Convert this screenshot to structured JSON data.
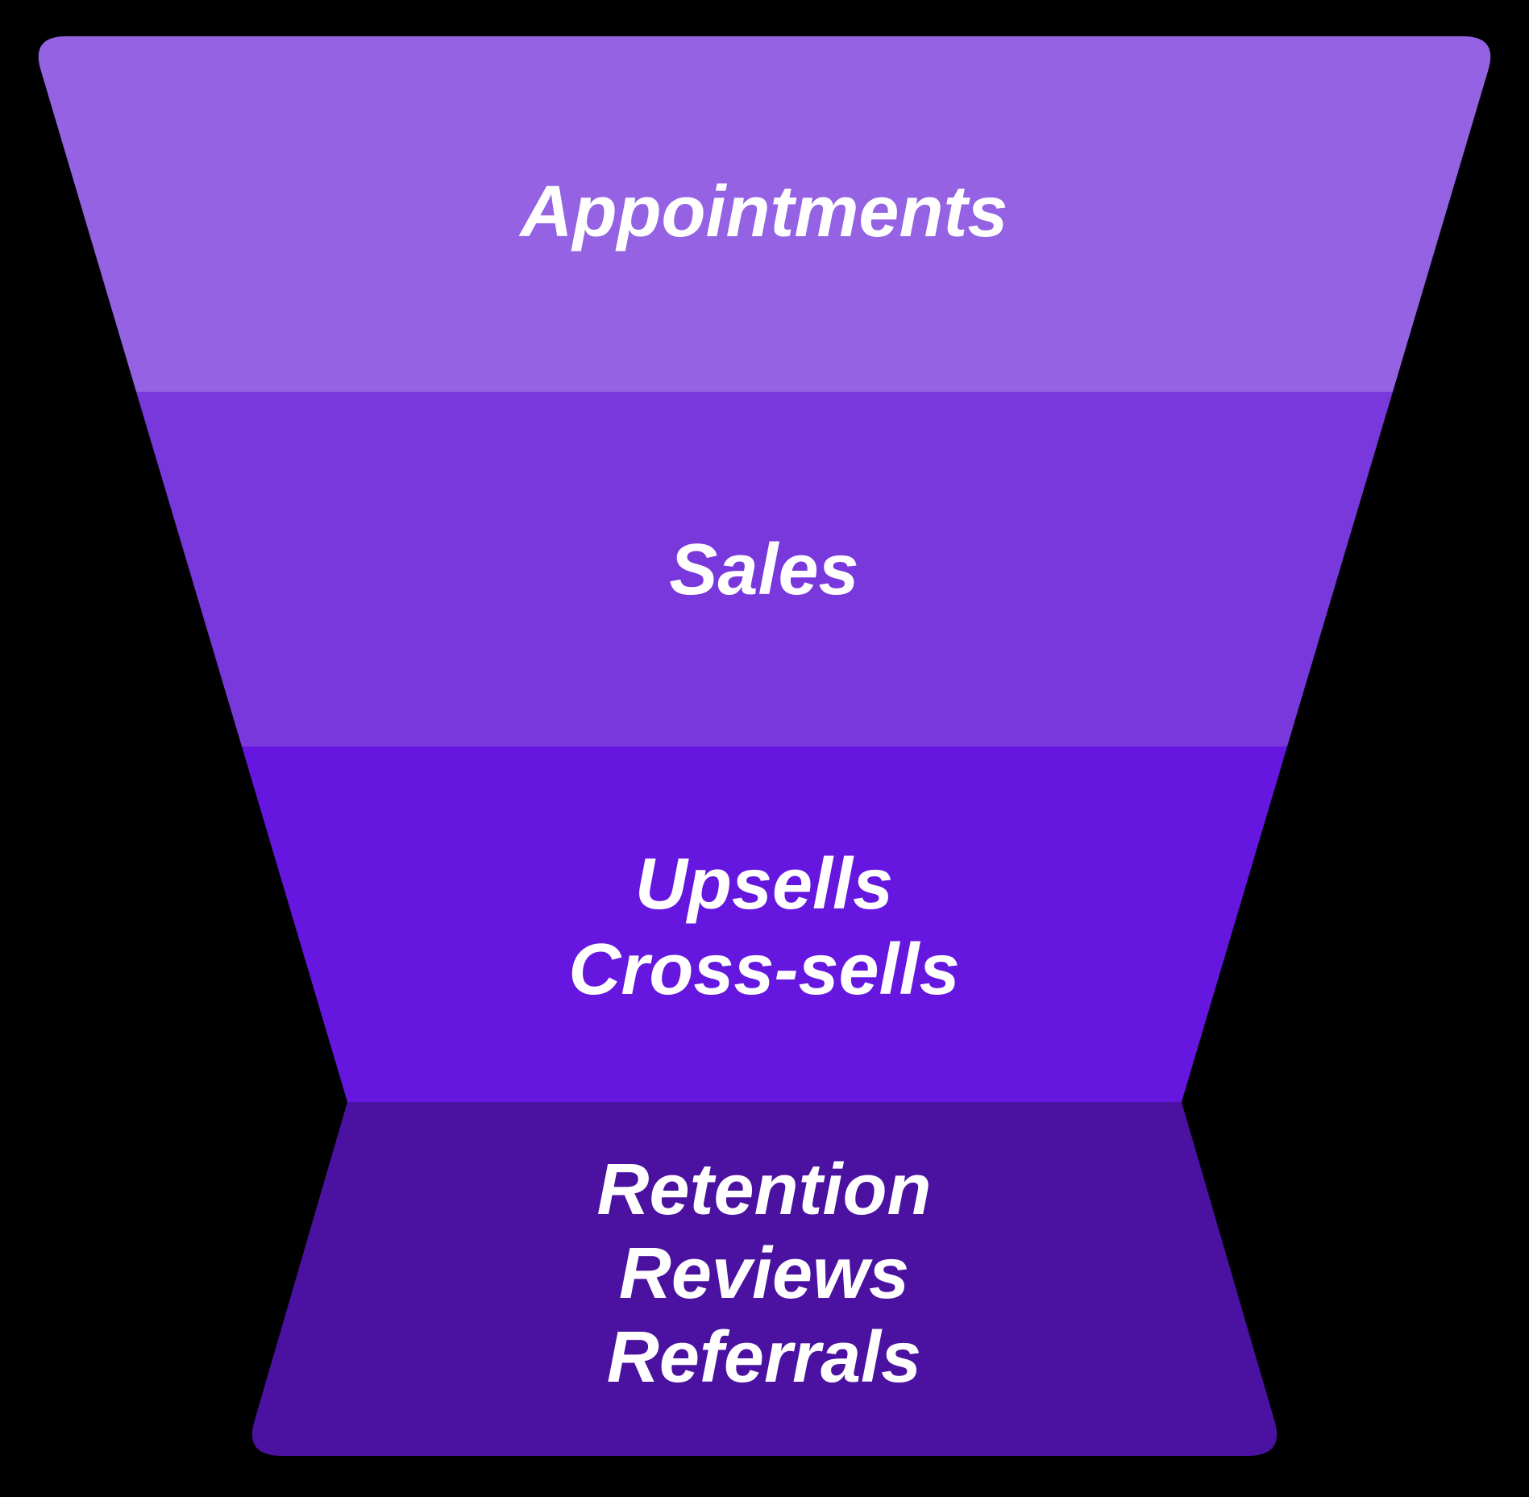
{
  "canvas": {
    "background_color": "#000000"
  },
  "funnel": {
    "text_color": "#FFFFFF",
    "tiers": [
      {
        "name": "appointments",
        "color": "#9462E2",
        "lines": [
          "Appointments"
        ]
      },
      {
        "name": "sales",
        "color": "#7838DB",
        "lines": [
          "Sales"
        ]
      },
      {
        "name": "upsells-cross-sells",
        "color": "#6517DF",
        "lines": [
          "Upsells",
          "Cross-sells"
        ]
      },
      {
        "name": "retention-reviews-referrals",
        "color": "#4B11A0",
        "lines": [
          "Retention",
          "Reviews",
          "Referrals"
        ]
      }
    ]
  }
}
